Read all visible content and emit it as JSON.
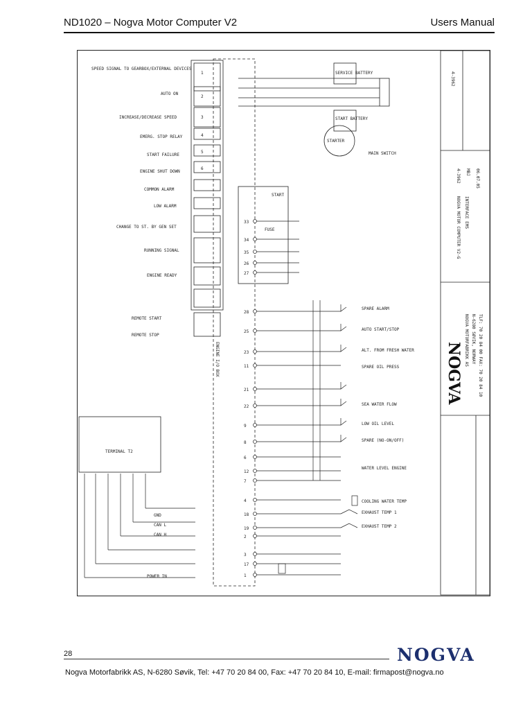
{
  "header": {
    "doc_title": "ND1020 – Nogva Motor Computer V2",
    "section": "Users Manual"
  },
  "drawing": {
    "title_lines": [
      "NOGVA MOTOR COMPUTER V2-G",
      "INTERFACE EMS"
    ],
    "drawing_number": "4-3962",
    "drawn_by": "MBJ",
    "date": "06.07.05",
    "logo_text": "NOGVA",
    "company": [
      "NOGVA MOTORFABRIKK AS",
      "N-6280 SØVIK, NORWAY",
      "TLF: 70 20 84 00   FAX: 70 20 84 10"
    ],
    "box_labels": [
      "ENGINE I/O BOX",
      "TERMINAL T2",
      "START",
      "FUSE",
      "STARTER",
      "MAIN SWITCH",
      "START BATTERY",
      "SERVICE BATTERY"
    ],
    "signal_labels": [
      "SPEED SIGNAL TO GEARBOX/EXTERNAL DEVICES",
      "AUTO ON",
      "INCREASE/DECREASE SPEED",
      "EMERG. STOP RELAY",
      "START FAILURE",
      "ENGINE SHUT DOWN",
      "COMMON ALARM",
      "LOW ALARM",
      "CHANGE TO ST. BY GEN SET",
      "RUNNING SIGNAL",
      "ENGINE READY",
      "REMOTE START",
      "REMOTE STOP",
      "SPARE ALARM",
      "AUTO START/STOP",
      "ALT. FROM FRESH WATER",
      "SPARE OIL PRESS",
      "SEA WATER FLOW",
      "LOW OIL LEVEL",
      "SPARE (NO-ON/OFF)",
      "WATER LEVEL ENGINE",
      "EXHAUST TEMP 1",
      "EXHAUST TEMP 2",
      "COOLING WATER TEMP",
      "POWER IN",
      "CAN H",
      "CAN L",
      "GND"
    ],
    "terminal_numbers": [
      "33",
      "34",
      "35",
      "26",
      "27",
      "28",
      "25",
      "23",
      "11",
      "21",
      "22",
      "9",
      "8",
      "6",
      "12",
      "7",
      "4",
      "18",
      "19",
      "2",
      "3",
      "17",
      "1"
    ],
    "relay_numbers": [
      "1",
      "2",
      "3",
      "4",
      "5",
      "6"
    ]
  },
  "footer": {
    "page_number": "28",
    "logo": "NOGVA",
    "contact": "Nogva Motorfabrikk AS,  N-6280 Søvik,  Tel: +47 70 20 84 00,  Fax: +47 70 20 84 10,   E-mail: firmapost@nogva.no"
  }
}
